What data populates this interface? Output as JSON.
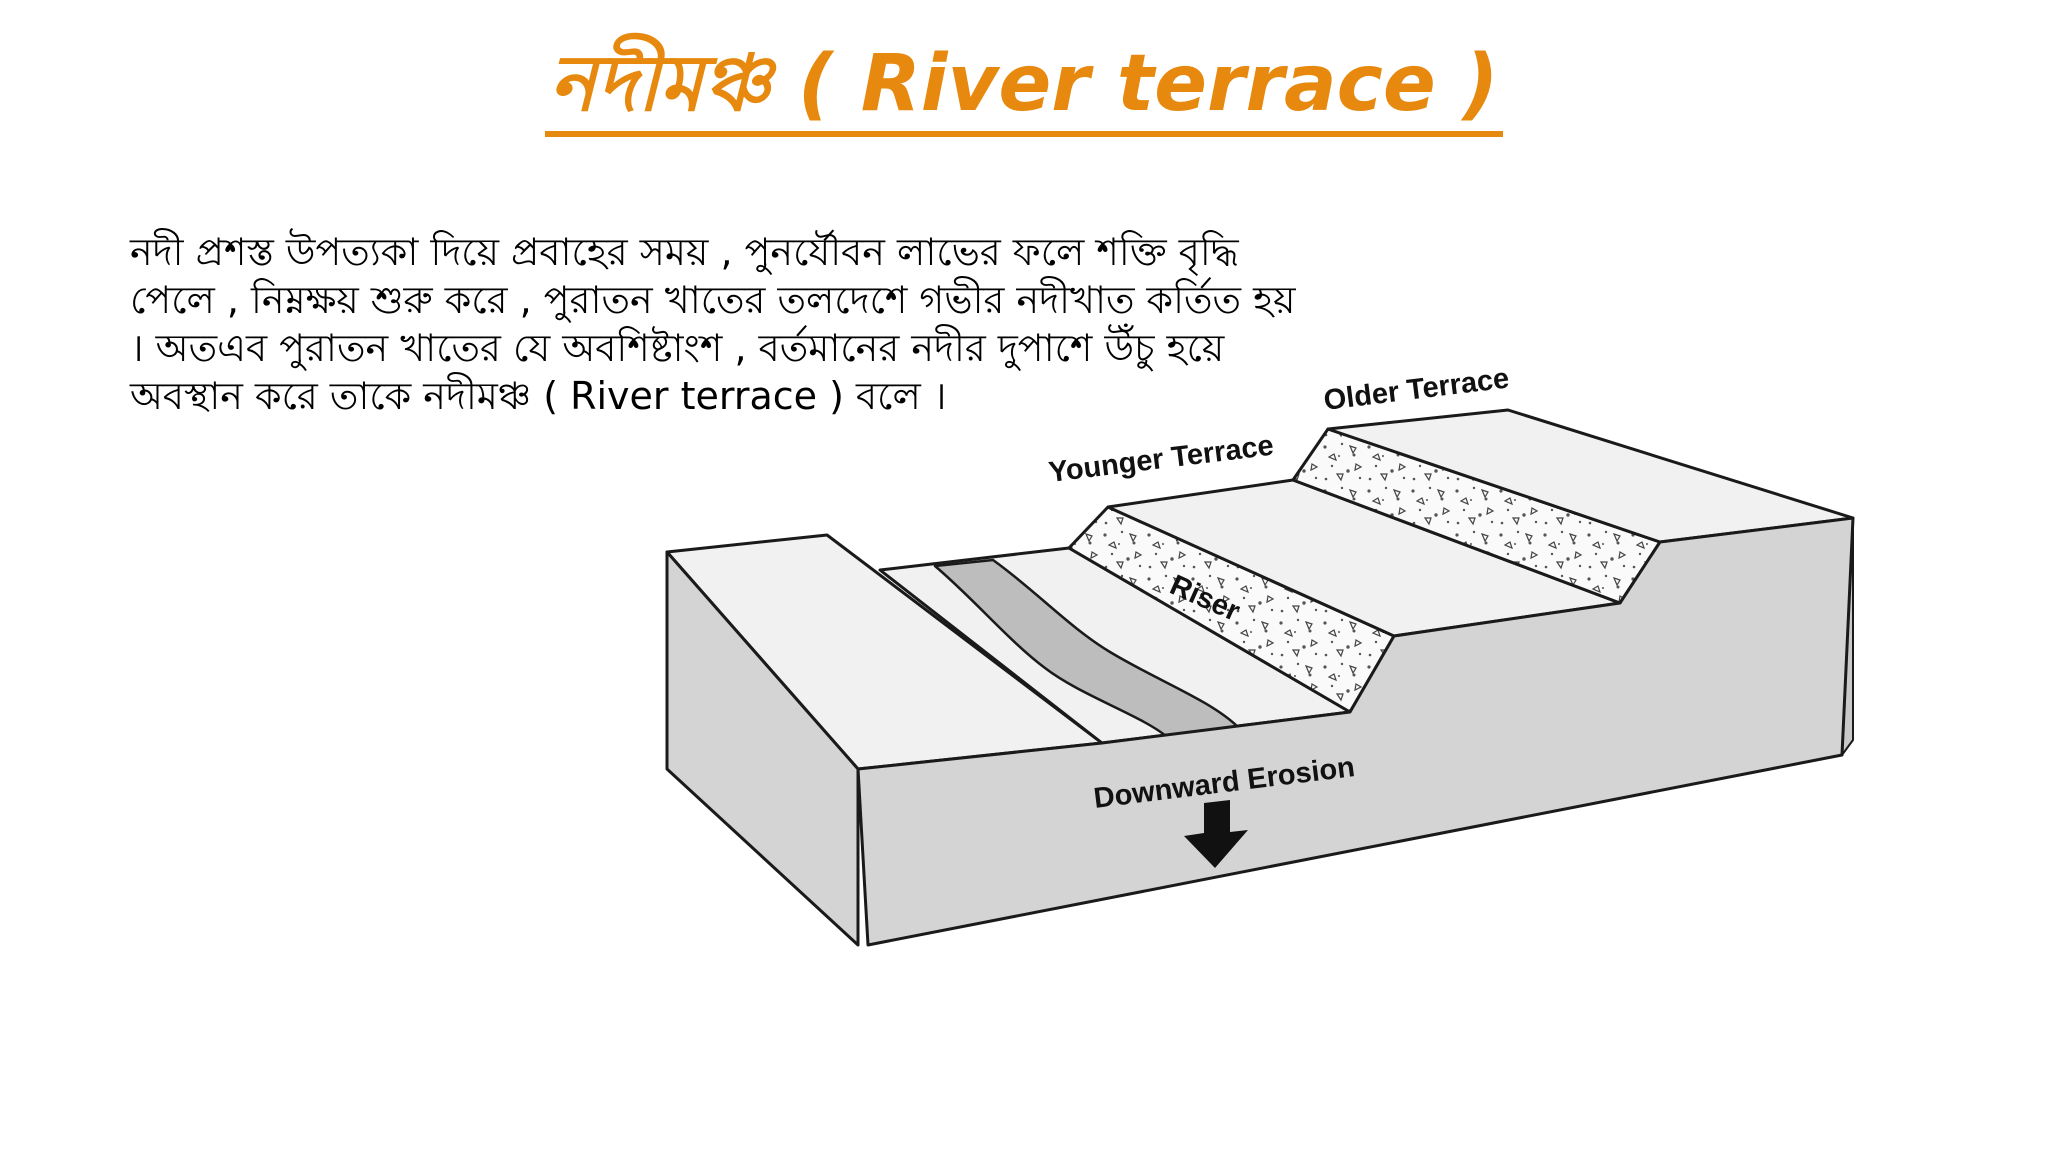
{
  "slide": {
    "title": "নদীমঞ্চ ( River terrace )",
    "description": "নদী প্রশস্ত উপত্যকা দিয়ে প্রবাহের সময় , পুনর্যৌবন লাভের ফলে শক্তি বৃদ্ধি পেলে , নিম্নক্ষয় শুরু করে , পুরাতন খাতের তলদেশে গভীর নদীখাত কর্তিত হয় । অতএব পুরাতন খাতের যে অবশিষ্টাংশ , বর্তমানের নদীর দুপাশে উঁচু হয়ে অবস্থান করে তাকে নদীমঞ্চ ( River terrace ) বলে ।"
  },
  "diagram": {
    "labels": {
      "older_terrace": "Older Terrace",
      "younger_terrace": "Younger Terrace",
      "riser": "Riser",
      "downward_erosion": "Downward Erosion"
    },
    "arrow_icon": "down-arrow-icon"
  },
  "colors": {
    "title": "#E8890F",
    "text": "#000000",
    "block_top": "#F1F1F1",
    "block_side": "#D4D4D4",
    "riser_fill": "#FAFAFA",
    "river": "#BDBDBD",
    "outline": "#1A1A1A"
  }
}
